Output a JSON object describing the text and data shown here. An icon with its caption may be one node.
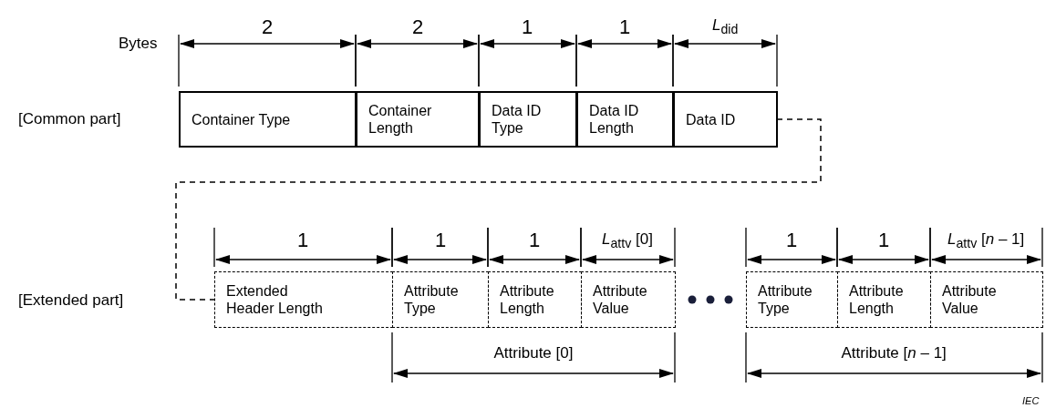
{
  "diagram": {
    "nodes": [
      {
        "text": [
          "Container Type"
        ]
      },
      {
        "text": [
          "Container Length"
        ]
      },
      {
        "text": [
          "Data ID Type"
        ]
      },
      {
        "text": [
          "Data ID Length"
        ]
      },
      {
        "text": [
          "Data ID"
        ]
      },
      {
        "text": [
          "Extended Header Length"
        ]
      },
      {
        "text": [
          "Attribute Type"
        ]
      },
      {
        "text": [
          "Attribute Length"
        ]
      },
      {
        "text": [
          "Attribute Value"
        ]
      },
      {
        "text": [
          "Attribute Type"
        ]
      },
      {
        "text": [
          "Attribute Length"
        ]
      },
      {
        "text": [
          "Attribute Value"
        ]
      }
    ],
    "edges": [
      {
        "from": 4,
        "to": 5,
        "arrow": "none",
        "style": "dashed"
      }
    ],
    "labels": [
      "Bytes",
      "2",
      "2",
      "1",
      "1",
      "*L*$_{did}$",
      "[Common part]",
      "[Extended part]",
      "1",
      "1",
      "1",
      "*L*$_{attv}$ [0]",
      "1",
      "1",
      "*L*$_{attv}$ [*n* – 1]",
      "Attribute [0]",
      "Attribute [*n* – 1]",
      "IEC"
    ]
  }
}
